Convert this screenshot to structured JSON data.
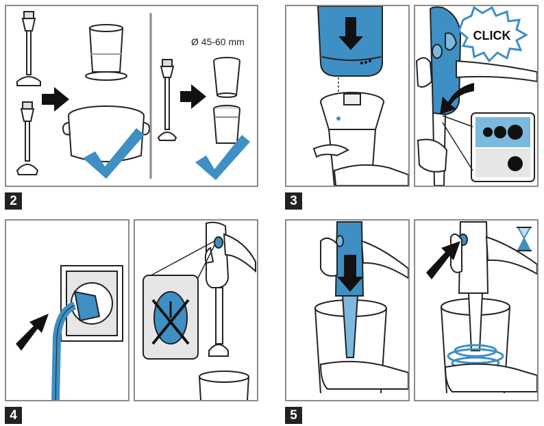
{
  "steps": {
    "s2": "2",
    "s3": "3",
    "s4": "4",
    "s5": "5"
  },
  "labels": {
    "diameter": "Ø 45-60 mm",
    "click": "CLICK"
  },
  "colors": {
    "accent_blue": "#3d8fc4",
    "light_blue": "#7db8de",
    "outline": "#222222",
    "frame": "#8a8a8a"
  }
}
